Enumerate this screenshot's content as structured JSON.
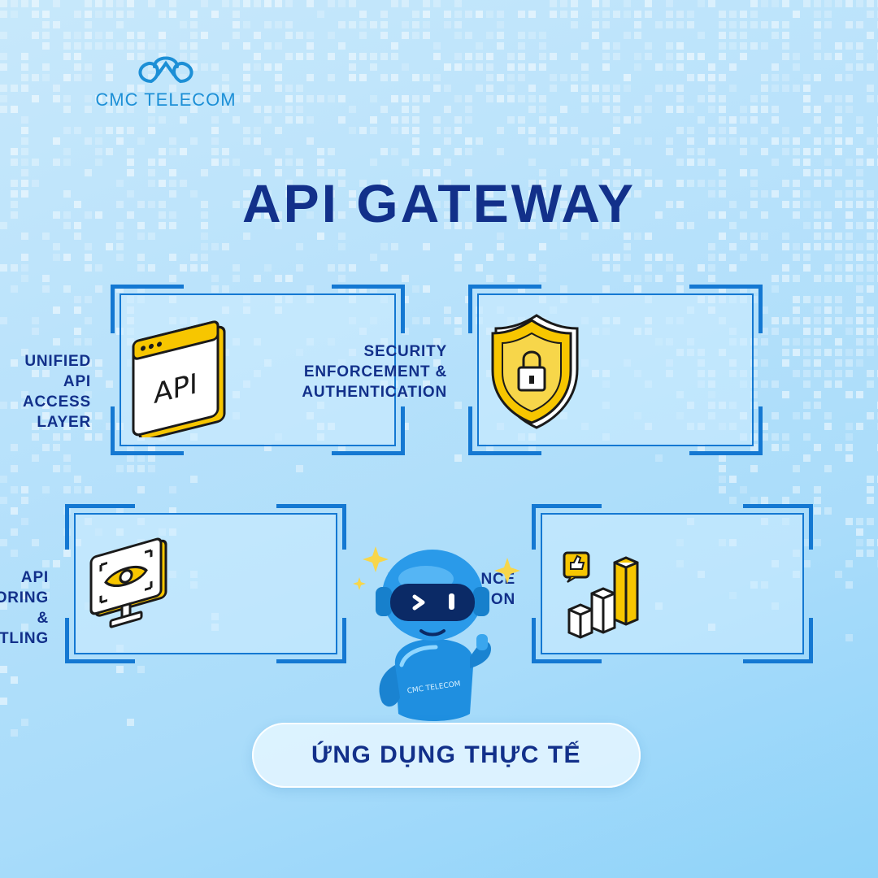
{
  "brand": {
    "name": "CMC TELECOM"
  },
  "title": "API GATEWAY",
  "cards": [
    {
      "label": "UNIFIED API\nACCESS LAYER",
      "icon": "api-window-icon"
    },
    {
      "label": "SECURITY\nENFORCEMENT &\nAUTHENTICATION",
      "icon": "shield-lock-icon"
    },
    {
      "label": "API MONITORING\n& THROTTLING",
      "icon": "monitor-eye-icon"
    },
    {
      "label": "PERFORMANCE\nOPTIMIZATION",
      "icon": "growth-chart-icon"
    }
  ],
  "api_icon_text": "API",
  "robot_badge": "CMC TELECOM",
  "cta": "ỨNG DỤNG THỰC TẾ",
  "colors": {
    "accent_blue": "#1478d2",
    "navy_text": "#12308a",
    "brand_blue": "#1c8fd6",
    "yellow": "#f7c600"
  }
}
